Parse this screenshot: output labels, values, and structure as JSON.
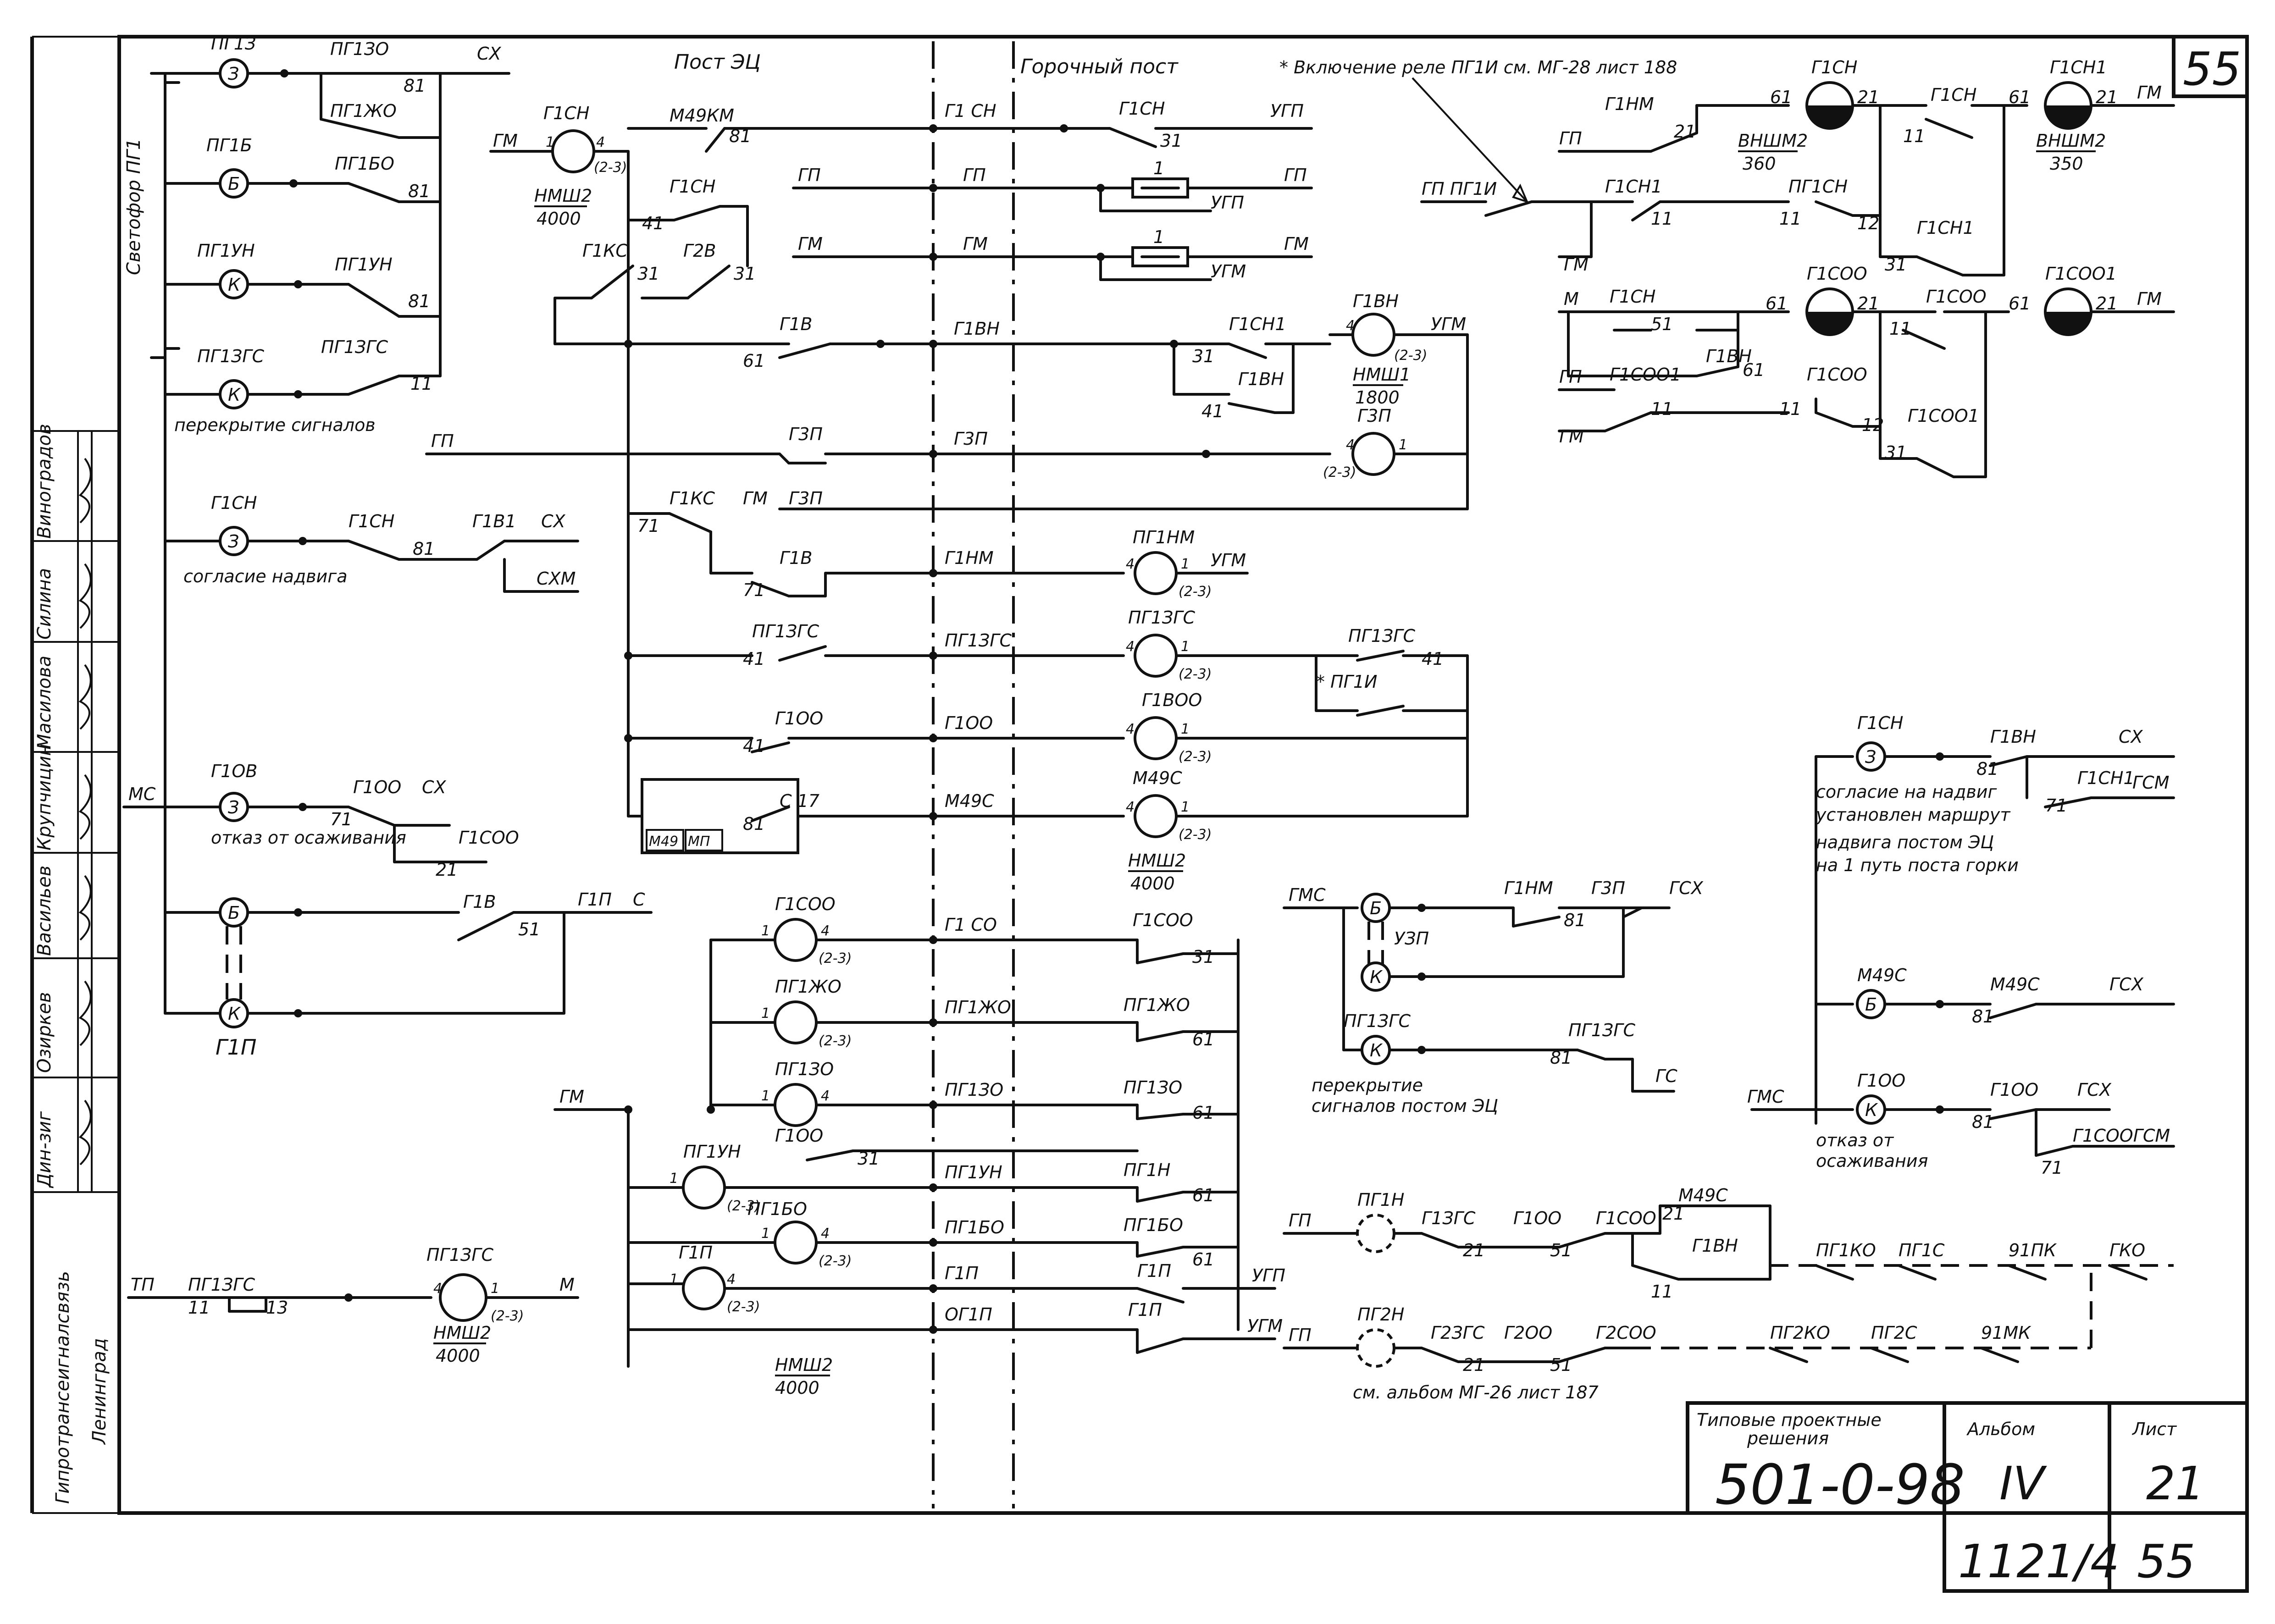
{
  "sheet": {
    "corner_number": "55",
    "header_post_ec": "Пост ЭЦ",
    "header_hump_post": "Горочный пост",
    "note_inclusion": "* Включение реле ПГ1И см. МГ-28 лист 188"
  },
  "side_panel": {
    "organization_line1": "Гипротрансеигналсвязь",
    "organization_line2": "Ленинград",
    "signature_names": [
      "Дин-зиг",
      "Озиркев",
      "Васильев",
      "Крупчицин",
      "Масилова",
      "Силина",
      "Виноградов"
    ],
    "signal_group_label": "Светофор ПГ1"
  },
  "title_block": {
    "typical_solutions_line1": "Типовые проектные",
    "typical_solutions_line2": "решения",
    "project_number": "501-0-98",
    "album_label": "Альбом",
    "album_value": "IV",
    "sheet_label": "Лист",
    "sheet_value": "21",
    "archive_number": "1121/4",
    "archive_sheet": "55"
  },
  "left_block": {
    "bus_mc": "МС",
    "pg1zo_relay": "ПГ1З",
    "pg1zo_contact": "ПГ1ЗО",
    "pg1jo_contact": "ПГ1ЖО",
    "pg1b_relay": "ПГ1Б",
    "pg1bo_contact": "ПГ1БО",
    "pg1un_relay": "ПГ1УН",
    "pg1un_contact": "ПГ1УН",
    "pg1zgs_relay": "ПГ1ЗГС",
    "pg1zgs_contact": "ПГ1ЗГС",
    "signal_overlap_caption": "перекрытие сигналов",
    "cx_label": "СХ",
    "c81": "81",
    "c11": "11",
    "g1sn_relay": "Г1СН",
    "g1sn_caption": "согласие надвига",
    "g1sn_contact": "Г1СН",
    "g1v1_contact": "Г1В1",
    "cxm_label": "СХМ",
    "c81b": "81",
    "g1ov_relay": "Г1ОВ",
    "g1ov_caption": "отказ от осаживания",
    "g1oo_contact": "Г1ОО",
    "g1coo_contact": "Г1СОО",
    "c71": "71",
    "c21": "21",
    "g1v_contact": "Г1В",
    "g1p_contact": "Г1П",
    "c_label": "С",
    "c51": "51",
    "g1p_relay": "Г1П",
    "b_symbol": "Б",
    "k_symbol": "К",
    "z_symbol": "З"
  },
  "center_block": {
    "gm": "ГМ",
    "gp": "ГП",
    "ugp": "УГП",
    "ugm": "УГМ",
    "g1sn_relay": "Г1СН",
    "nmsh2_4000": "НМШ2\n4000",
    "nmsh2": "НМШ2",
    "v4000": "4000",
    "nmsh1": "НМШ1",
    "v1800": "1800",
    "pin1": "1",
    "pin4": "4",
    "pin23": "(2-3)",
    "m49km": "М49КМ",
    "g1ks": "Г1КС",
    "g2v": "Г2В",
    "g1v": "Г1В",
    "g1vn": "Г1ВН",
    "g1sn1": "Г1СН1",
    "g3p": "Г3П",
    "g1nm": "Г1НМ",
    "pg1nm": "ПГ1НМ",
    "pg1zgs": "ПГ1ЗГС",
    "pg1i_star": "* ПГ1И",
    "g1oo": "Г1ОО",
    "g1voo": "Г1ВОО",
    "m49s": "М49С",
    "m49": "М49",
    "mp": "МП",
    "c17": "С 17",
    "c81": "81",
    "c31": "31",
    "c41": "41",
    "c61": "61",
    "c71": "71",
    "c51": "51",
    "c11": "11",
    "c13": "13",
    "g1co_line": "Г1 СО",
    "g1coo": "Г1СОО",
    "pg1jo": "ПГ1ЖО",
    "pg1jo_line": "ПГ1ЖО",
    "pg1zo": "ПГ1ЗО",
    "pg1zo_line": "ПГ1ЗО",
    "g1oo_small": "Г1ОО",
    "pg1un": "ПГ1УН",
    "pg1un_line": "ПГ1УН",
    "pg1n": "ПГ1Н",
    "pg1bo": "ПГ1БО",
    "pg1bo_line": "ПГ1БО",
    "g1p": "Г1П",
    "g1p_line": "Г1П",
    "og1p_line": "ОГ1П",
    "tp": "ТП",
    "pg1zgs_contact": "ПГ1ЗГС",
    "pg1zgs_relay": "ПГ1ЗГС",
    "m_label": "М",
    "g1sn_line": "Г1 СН",
    "gp_line": "ГП",
    "gm_line": "ГМ",
    "g1vn_line": "Г1ВН",
    "g3p_line": "Г3П",
    "g1nm_line": "Г1НМ",
    "pg1zgs_line": "ПГ1ЗГС",
    "g1oo_line": "Г1ОО",
    "m49s_line": "М49С"
  },
  "right_block": {
    "g1sn": "Г1СН",
    "g1sn1": "Г1СН1",
    "g1coo": "Г1СОО",
    "g1coo1": "Г1СОО1",
    "g1nm": "Г1НМ",
    "g1vn": "Г1ВН",
    "gp": "ГП",
    "gm": "ГМ",
    "m": "М",
    "gp_pg1i": "ГП ПГ1И",
    "pg1sn": "ПГ1СН",
    "vnshm2_360": "ВНШМ2",
    "v360": "360",
    "vnshm2_350": "ВНШМ2",
    "v350": "350",
    "c61": "61",
    "c21": "21",
    "c11": "11",
    "c31": "31",
    "c51": "51",
    "c12": "12",
    "gms": "ГМС",
    "b": "Б",
    "k": "К",
    "z": "З",
    "uzp": "УЗП",
    "g3p": "Г3П",
    "gsx": "ГСХ",
    "c81": "81",
    "pg1zgs": "ПГ1ЗГС",
    "gs": "ГС",
    "overlap_caption_1": "перекрытие",
    "overlap_caption_2": "сигналов постом ЭЦ",
    "consent_caption_1": "согласие на надвиг",
    "consent_caption_2": "установлен маршрут",
    "consent_caption_3": "надвига постом ЭЦ",
    "consent_caption_4": "на 1 путь поста горки",
    "cx": "СХ",
    "gcm": "ГСМ",
    "c71": "71",
    "m49s": "М49С",
    "g1oo": "Г1ОО",
    "g1coogsm": "Г1СООГСМ",
    "refuse_1": "отказ от",
    "refuse_2": "осаживания",
    "pg1n": "ПГ1Н",
    "pg2n": "ПГ2Н",
    "g1zgs": "Г1ЗГС",
    "g1oo_b": "Г1ОО",
    "g1soo": "Г1СОО",
    "m49s_b": "М49С",
    "g1vn_b": "Г1ВН",
    "pg1ko": "ПГ1КО",
    "pg1s": "ПГ1С",
    "z1pk": "91ПК",
    "gko": "ГКО",
    "g2zgs": "Г2ЗГС",
    "g2oo": "Г2ОО",
    "g2soo": "Г2СОО",
    "pg2ko": "ПГ2КО",
    "pg2s": "ПГ2С",
    "z1mk": "91МК",
    "album_ref": "см. альбом МГ-26 лист 187"
  }
}
